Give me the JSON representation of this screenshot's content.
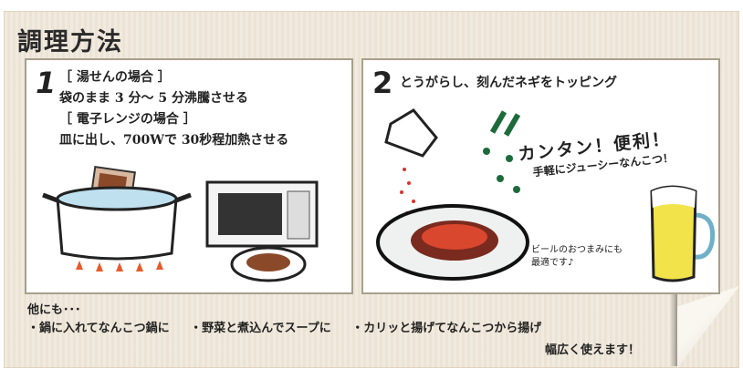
{
  "title": "調理方法",
  "step1": {
    "number": "1",
    "lines": [
      "［ 湯せんの場合 ］",
      "袋のまま 3 分〜 5 分沸騰させる",
      "［ 電子レンジの場合 ］",
      "皿に出し、700Wで 30秒程加熱させる"
    ]
  },
  "step2": {
    "number": "2",
    "heading": "とうがらし、刻んだネギをトッピング",
    "catch_big": "カンタン！便利！",
    "catch_small": "手軽にジューシーなんこつ！",
    "beer_note_1": "ビールのおつまみにも",
    "beer_note_2": "最適です♪"
  },
  "other": {
    "intro": "他にも･･･",
    "items": [
      "・鍋に入れてなんこつ鍋に",
      "・野菜と煮込んでスープに",
      "・カリッと揚げてなんこつから揚げ"
    ],
    "closing": "幅広く使えます！"
  }
}
